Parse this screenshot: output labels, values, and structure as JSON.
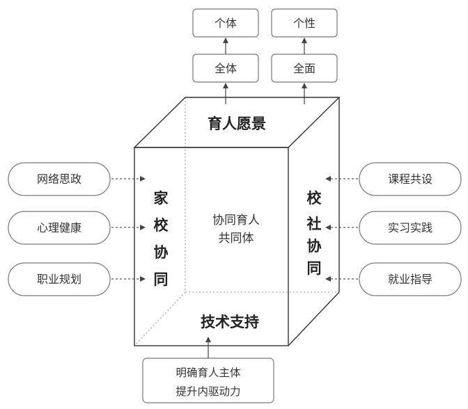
{
  "top_boxes": {
    "individual": "个体",
    "personality": "个性",
    "whole": "全体",
    "comprehensive": "全面"
  },
  "cube": {
    "top_face_label": "育人愿景",
    "left_label": [
      "家",
      "校",
      "协",
      "同"
    ],
    "right_label": [
      "校",
      "社",
      "协",
      "同"
    ],
    "center_label": [
      "协同育人",
      "共同体"
    ],
    "bottom_label": "技术支持"
  },
  "left_items": [
    "网络思政",
    "心理健康",
    "职业规划"
  ],
  "right_items": [
    "课程共设",
    "实习实践",
    "就业指导"
  ],
  "bottom_box": [
    "明确育人主体",
    "提升内驱动力"
  ]
}
